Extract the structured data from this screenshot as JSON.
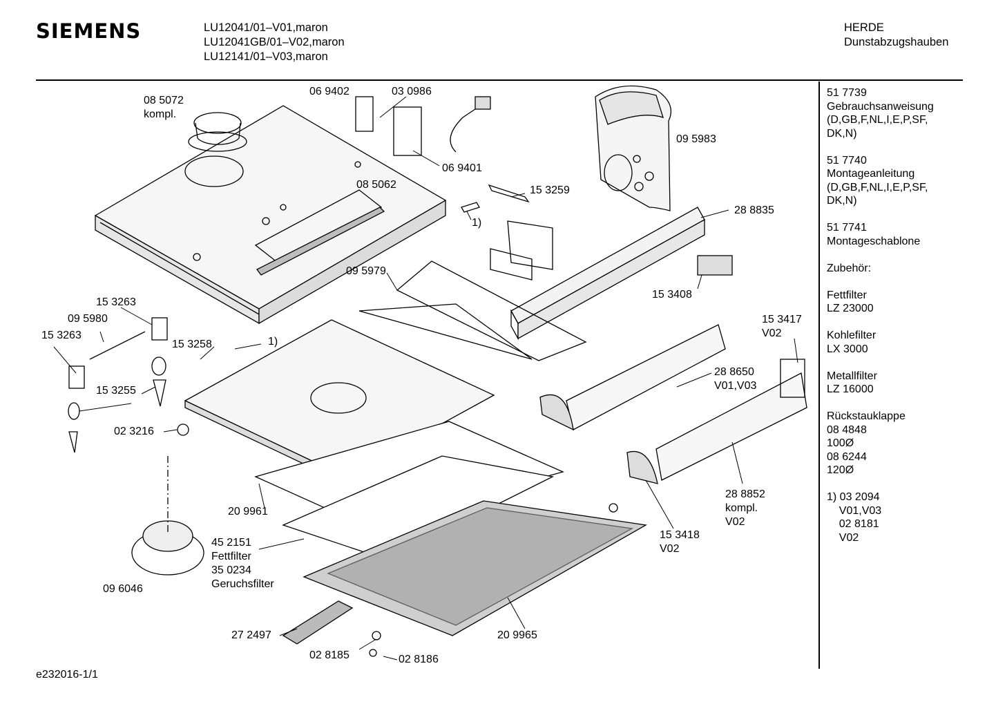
{
  "header": {
    "brand": "SIEMENS",
    "models": [
      "LU12041/01–V01,maron",
      "LU12041GB/01–V02,maron",
      "LU12141/01–V03,maron"
    ],
    "category": [
      "HERDE",
      "Dunstabzugshauben"
    ]
  },
  "parts": {
    "p085072": [
      "08 5072",
      "kompl."
    ],
    "p069402": "06 9402",
    "p030986": "03 0986",
    "p069401": "06 9401",
    "p095983": "09 5983",
    "p085062": "08 5062",
    "p153259": "15 3259",
    "p1a": "1)",
    "p288835": "28 8835",
    "p095979": "09 5979",
    "p153408": "15 3408",
    "p153263a": "15 3263",
    "p095980": "09 5980",
    "p153263b": "15 3263",
    "p153258": "15 3258",
    "p1b": "1)",
    "p153417": [
      "15 3417",
      "V02"
    ],
    "p288650": [
      "28 8650",
      "V01,V03"
    ],
    "p153255": "15 3255",
    "p023216": "02 3216",
    "p288852": [
      "28 8852",
      "kompl.",
      "V02"
    ],
    "p209961": "20 9961",
    "p153418": [
      "15 3418",
      "V02"
    ],
    "p452151": [
      "45 2151",
      "Fettfilter",
      "35 0234",
      "Geruchsfilter"
    ],
    "p096046": "09 6046",
    "p272497": "27 2497",
    "p209965": "20 9965",
    "p028185": "02 8185",
    "p028186": "02 8186"
  },
  "sidebar": [
    "51 7739\nGebrauchsanweisung\n(D,GB,F,NL,I,E,P,SF,\nDK,N)",
    "51 7740\nMontageanleitung\n(D,GB,F,NL,I,E,P,SF,\nDK,N)",
    "51 7741\nMontageschablone\n",
    "Zubehör:",
    "Fettfilter\nLZ 23000",
    "Kohlefilter\nLX 3000",
    "Metallfilter\nLZ 16000",
    "Rückstauklappe\n08 4848\n100Ø\n08 6244\n120Ø",
    "1) 03 2094\n    V01,V03\n    02 8181\n    V02"
  ],
  "footer": "e232016-1/1"
}
